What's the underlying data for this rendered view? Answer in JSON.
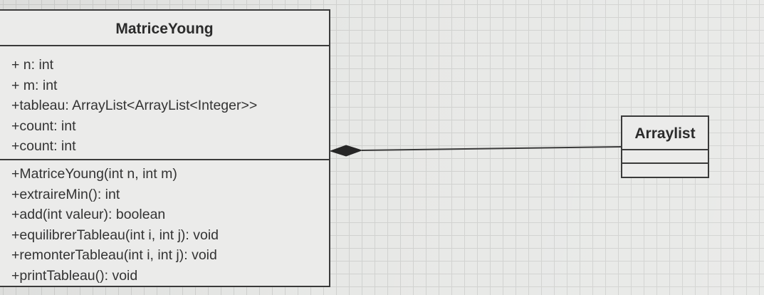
{
  "diagram": {
    "main_class": {
      "name": "MatriceYoung",
      "attributes": [
        "+ n: int",
        "+ m: int",
        "+tableau: ArrayList<ArrayList<Integer>>",
        "+count: int",
        "+count: int"
      ],
      "operations": [
        "+MatriceYoung(int n, int m)",
        "+extraireMin(): int",
        "+add(int valeur): boolean",
        "+equilibrerTableau(int i, int j): void",
        "+remonterTableau(int i, int j): void",
        "+printTableau(): void"
      ]
    },
    "secondary_class": {
      "name": "Arraylist"
    },
    "relationship": {
      "type": "composition",
      "from": "MatriceYoung",
      "to": "Arraylist"
    }
  },
  "colors": {
    "grid_background": "#e7e8e6",
    "line": "#3a3a3a",
    "text": "#333333"
  }
}
